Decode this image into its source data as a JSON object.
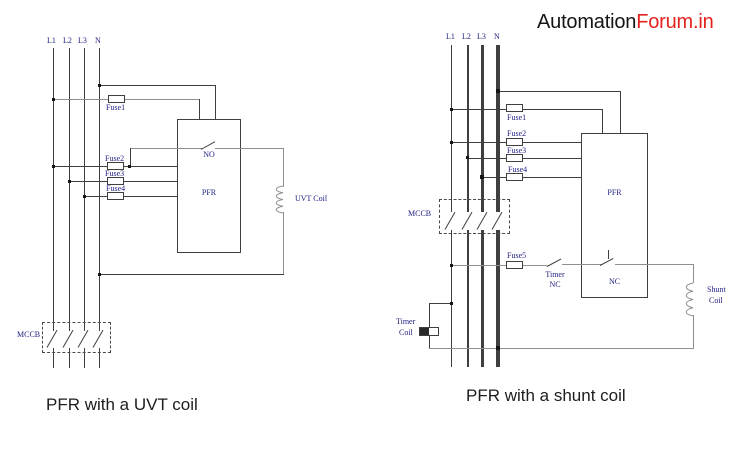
{
  "logo": {
    "part1": "Automation",
    "part2": "Forum.in"
  },
  "left_diagram": {
    "caption": "PFR with a UVT coil",
    "rail_labels": [
      "L1",
      "L2",
      "L3",
      "N"
    ],
    "fuse_labels": [
      "Fuse1",
      "Fuse2",
      "Fuse3",
      "Fuse4"
    ],
    "relay_label": "PFR",
    "no_contact_label": "NO",
    "mccb_label": "MCCB",
    "uvt_coil_label": "UVT Coil"
  },
  "right_diagram": {
    "caption": "PFR with a shunt coil",
    "rail_labels": [
      "L1",
      "L2",
      "L3",
      "N"
    ],
    "fuse_labels": [
      "Fuse1",
      "Fuse2",
      "Fuse3",
      "Fuse4",
      "Fuse5"
    ],
    "relay_label": "PFR",
    "nc_contact_label": "NC",
    "timer_contact_label_line1": "Timer",
    "timer_contact_label_line2": "NC",
    "mccb_label": "MCCB",
    "shunt_coil_label_line1": "Shunt",
    "shunt_coil_label_line2": "Coil",
    "timer_coil_label_line1": "Timer",
    "timer_coil_label_line2": "Coil"
  },
  "colors": {
    "label_navy": "#1c1c80",
    "logo_red": "#e42320",
    "wire_dark": "#3f3f3f",
    "wire_gray": "#8f8f8f"
  }
}
